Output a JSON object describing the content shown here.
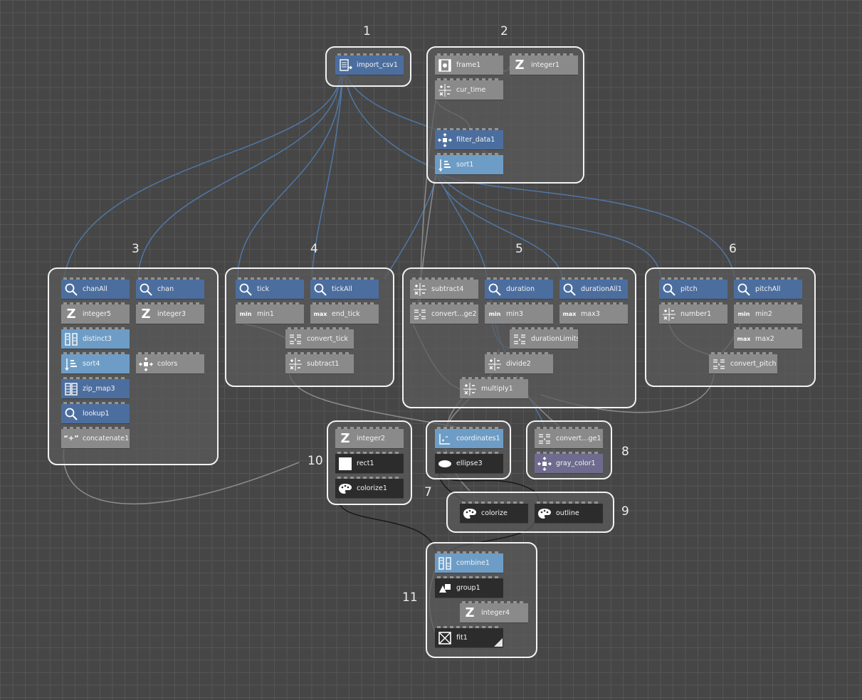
{
  "groups": [
    {
      "label": "1"
    },
    {
      "label": "2"
    },
    {
      "label": "3"
    },
    {
      "label": "4"
    },
    {
      "label": "5"
    },
    {
      "label": "6"
    },
    {
      "label": "7"
    },
    {
      "label": "8"
    },
    {
      "label": "9"
    },
    {
      "label": "10"
    },
    {
      "label": "11"
    }
  ],
  "nodes": {
    "import_csv1": "import_csv1",
    "frame1": "frame1",
    "integer1": "integer1",
    "cur_time": "cur_time",
    "filter_data1": "filter_data1",
    "sort1": "sort1",
    "chanAll": "chanAll",
    "chan": "chan",
    "integer5": "integer5",
    "integer3": "integer3",
    "distinct3": "distinct3",
    "sort4": "sort4",
    "colors": "colors",
    "zip_map3": "zip_map3",
    "lookup1": "lookup1",
    "concatenate1": "concatenate1",
    "tick": "tick",
    "tickAll": "tickAll",
    "min1": "min1",
    "end_tick": "end_tick",
    "convert_tick": "convert_tick",
    "subtract1": "subtract1",
    "subtract4": "subtract4",
    "duration": "duration",
    "durationAll1": "durationAll1",
    "convert_ge2": "convert…ge2",
    "min3": "min3",
    "max3": "max3",
    "durationLimits": "durationLimits",
    "divide2": "divide2",
    "multiply1": "multiply1",
    "pitch": "pitch",
    "pitchAll": "pitchAll",
    "number1": "number1",
    "min2": "min2",
    "max2": "max2",
    "convert_pitch": "convert_pitch",
    "integer2": "integer2",
    "rect1": "rect1",
    "colorize1": "colorize1",
    "coordinates1": "coordinates1",
    "ellipse3": "ellipse3",
    "convert_ge1": "convert…ge1",
    "gray_color1": "gray_color1",
    "colorize": "colorize",
    "outline": "outline",
    "combine1": "combine1",
    "group1": "group1",
    "integer4": "integer4",
    "fit1": "fit1"
  },
  "icon_text": {
    "min": "min",
    "max": "max",
    "z": "Z",
    "quote": "“+”"
  }
}
